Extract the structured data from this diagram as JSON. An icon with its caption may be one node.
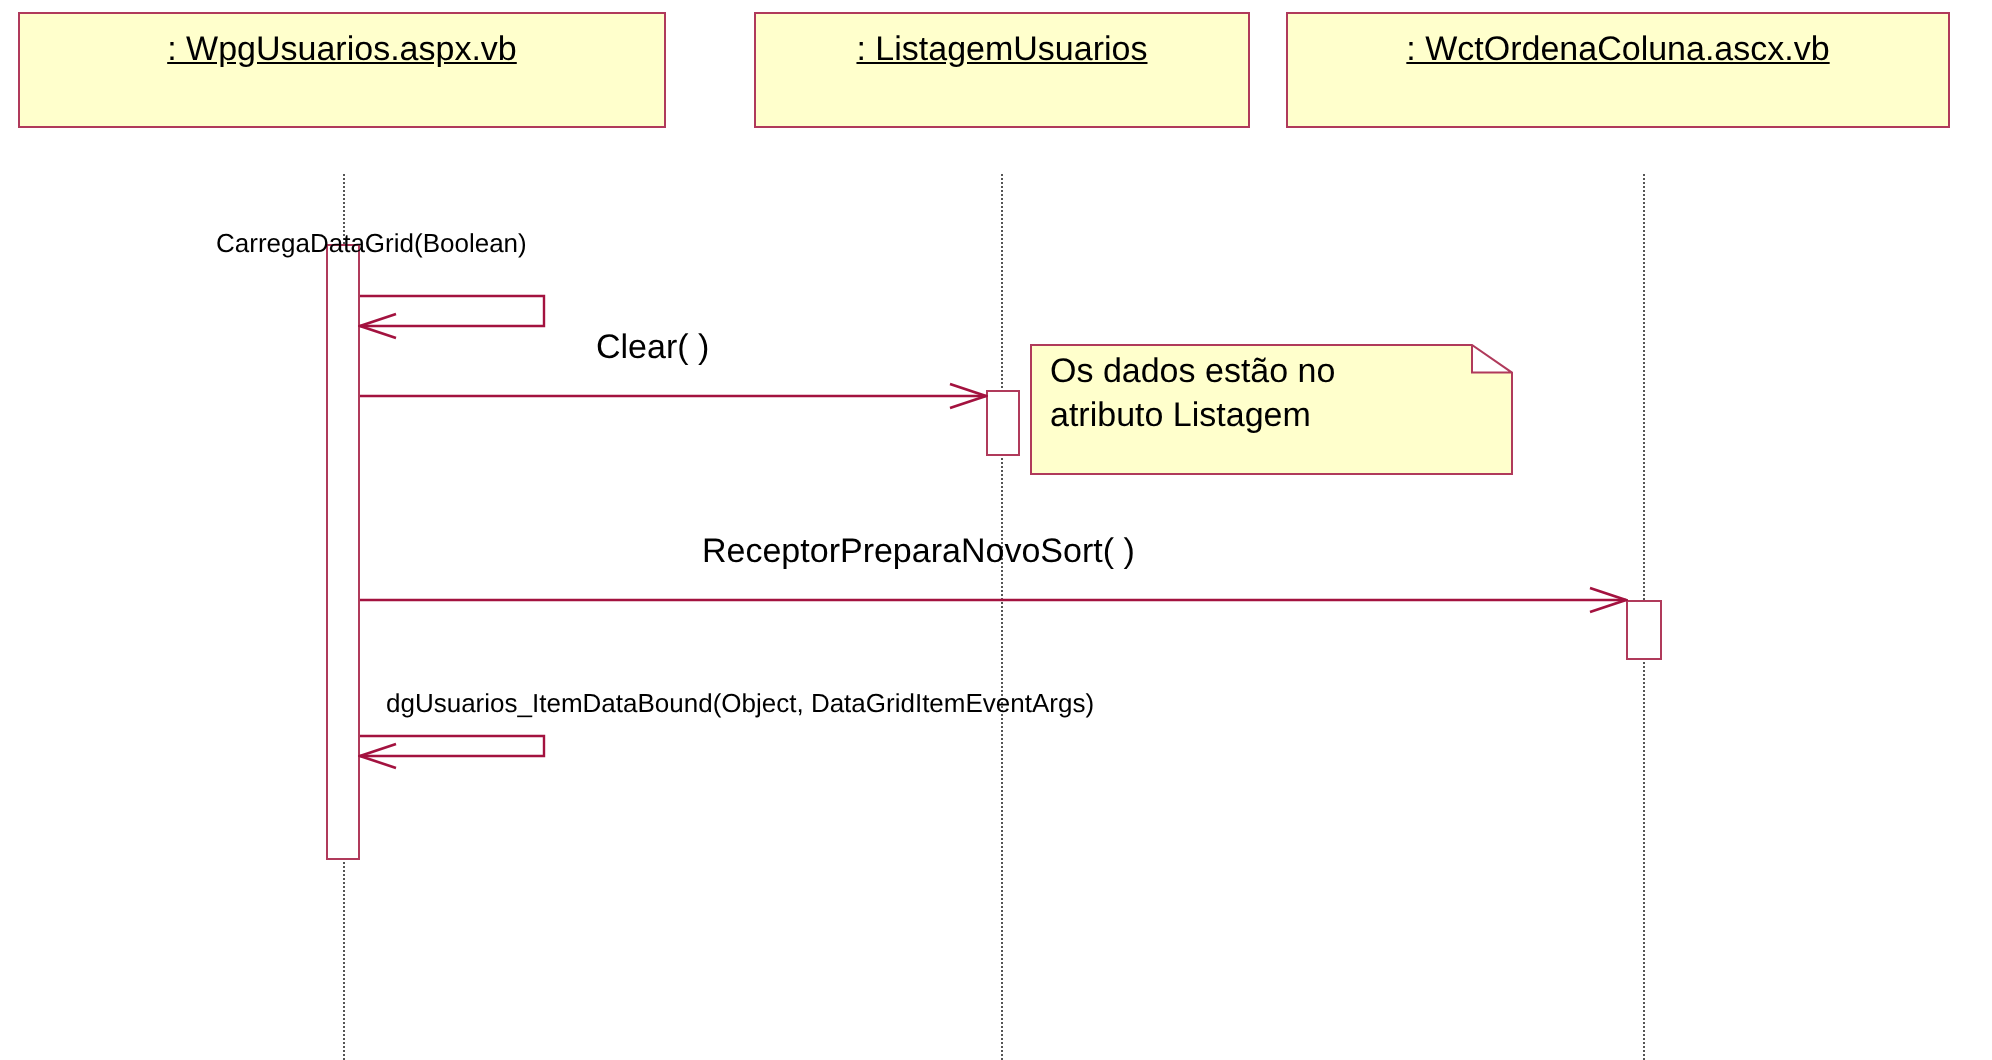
{
  "diagram": {
    "nodes": [
      {
        "text": [
          ": WpgUsuarios.aspx.vb"
        ]
      },
      {
        "text": [
          ": ListagemUsuarios"
        ]
      },
      {
        "text": [
          ": WctOrdenaColuna.ascx.vb"
        ]
      },
      {
        "text": [],
        "shape": "bar"
      },
      {
        "text": [],
        "shape": "bar"
      },
      {
        "text": [
          "Os dados estão no atributo Listagem"
        ]
      },
      {
        "text": [],
        "shape": "bar"
      }
    ],
    "edges": [
      {
        "from": 3,
        "to": 3,
        "arrow": "to",
        "label": "CarregaDataGrid(Boolean)"
      },
      {
        "from": 3,
        "to": 4,
        "arrow": "to",
        "label": "Clear( )"
      },
      {
        "from": 3,
        "to": 6,
        "arrow": "to",
        "label": "ReceptorPreparaNovoSort( )"
      },
      {
        "from": 3,
        "to": 3,
        "arrow": "to",
        "label": "dgUsuarios_ItemDataBound(Object, DataGridItemEventArgs)"
      }
    ]
  }
}
